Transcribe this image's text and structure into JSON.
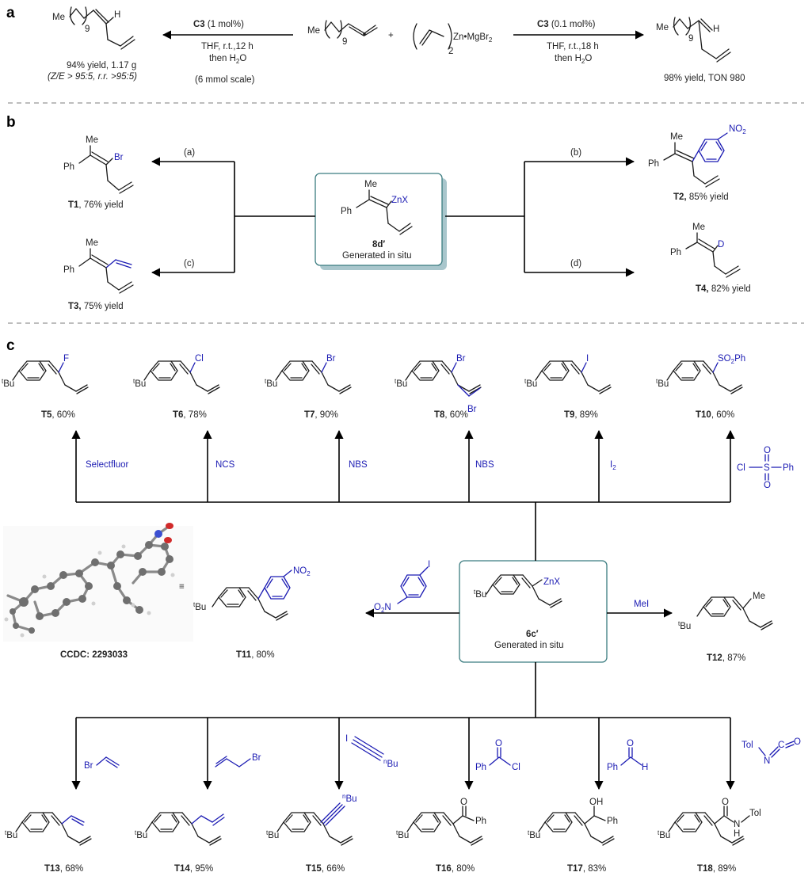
{
  "panel_labels": {
    "a": "a",
    "b": "b",
    "c": "c"
  },
  "colors": {
    "reagent_blue": "#1b1bb3",
    "box_border": "#3b7c80",
    "box_shadow": "#a9c6cc",
    "separator": "#bdbdbd"
  },
  "panel_a": {
    "substituent_me": "Me",
    "subscript_9": "9",
    "alkene_h": "H",
    "plus": "+",
    "zn_reagent": "Zn•MgBr",
    "zn_reagent_sub": "2",
    "zn_paren_sub": "2",
    "left_cond_cat": "C3",
    "left_cond_cat_rest": " (1 mol%)",
    "left_cond_line2": "THF, r.t.,12 h",
    "left_cond_line3": "then H",
    "left_cond_line3_sub": "2",
    "left_cond_line3_end": "O",
    "left_scale": "(6 mmol scale)",
    "left_yield": "94% yield, 1.17 g",
    "left_ratio": "(Z/E > 95:5, r.r. >95:5)",
    "right_cond_cat": "C3",
    "right_cond_cat_rest": " (0.1 mol%)",
    "right_cond_line2": "THF, r.t.,18 h",
    "right_cond_line3": "then H",
    "right_cond_line3_sub": "2",
    "right_cond_line3_end": "O",
    "right_yield": "98% yield, TON 980"
  },
  "panel_b": {
    "center_id": "8d′",
    "center_caption": "Generated in situ",
    "center_znx": "ZnX",
    "me": "Me",
    "ph": "Ph",
    "br": "Br",
    "d": "D",
    "no2": "NO",
    "no2_sub": "2",
    "cond_a": "(a)",
    "cond_b": "(b)",
    "cond_c": "(c)",
    "cond_d": "(d)",
    "t1_id": "T1",
    "t1_yield": ", 76% yield",
    "t2_id": "T2,",
    "t2_yield": " 85% yield",
    "t3_id": "T3,",
    "t3_yield": " 75% yield",
    "t4_id": "T4,",
    "t4_yield": " 82% yield"
  },
  "panel_c": {
    "center_id": "6c′",
    "center_caption": "Generated in situ",
    "znx": "ZnX",
    "tbu_t": "t",
    "tbu_bu": "Bu",
    "ccdc": "CCDC: 2293033",
    "top": [
      {
        "id": "T5",
        "yield": ", 60%",
        "reagent": "Selectfluor",
        "sub": "F"
      },
      {
        "id": "T6",
        "yield": ", 78%",
        "reagent": "NCS",
        "sub": "Cl"
      },
      {
        "id": "T7",
        "yield": ", 90%",
        "reagent": "NBS",
        "sub": "Br"
      },
      {
        "id": "T8",
        "yield": ", 60%",
        "reagent": "NBS",
        "sub": "Br"
      },
      {
        "id": "T9",
        "yield": ", 89%",
        "reagent": "I",
        "reagent_sub": "2",
        "sub": "I"
      },
      {
        "id": "T10",
        "yield": ", 60%",
        "reagent": "Cl–S(O2)–Ph",
        "sub": "SO"
      }
    ],
    "t10_sub_rest": "Ph",
    "t10_sub_2": "2",
    "t8_br_extra": "Br",
    "sulfonyl": {
      "cl": "Cl",
      "s": "S",
      "o": "O",
      "ph": "Ph"
    },
    "t11": {
      "id": "T11",
      "yield": ", 80%",
      "no2": "NO",
      "no2_sub": "2"
    },
    "t11_reagent": {
      "i": "I",
      "o2n": "O",
      "o2n_sub": "2",
      "o2n_end": "N"
    },
    "t12": {
      "id": "T12",
      "yield": ", 87%",
      "me": "Me",
      "reagent": "MeI"
    },
    "bottom": [
      {
        "id": "T13",
        "yield": ", 68%"
      },
      {
        "id": "T14",
        "yield": ", 95%"
      },
      {
        "id": "T15",
        "yield": ", 66%"
      },
      {
        "id": "T16",
        "yield": ", 80%"
      },
      {
        "id": "T17",
        "yield": ", 83%"
      },
      {
        "id": "T18",
        "yield": ", 89%"
      }
    ],
    "reagent_labels": {
      "br": "Br",
      "i": "I",
      "n": "n",
      "bu": "Bu",
      "ph": "Ph",
      "cl": "Cl",
      "o": "O",
      "h": "H",
      "tol": "Tol",
      "n_atom": "N",
      "c_atom": "C",
      "oh": "OH",
      "nh_n": "N",
      "nh_h": "H"
    }
  }
}
